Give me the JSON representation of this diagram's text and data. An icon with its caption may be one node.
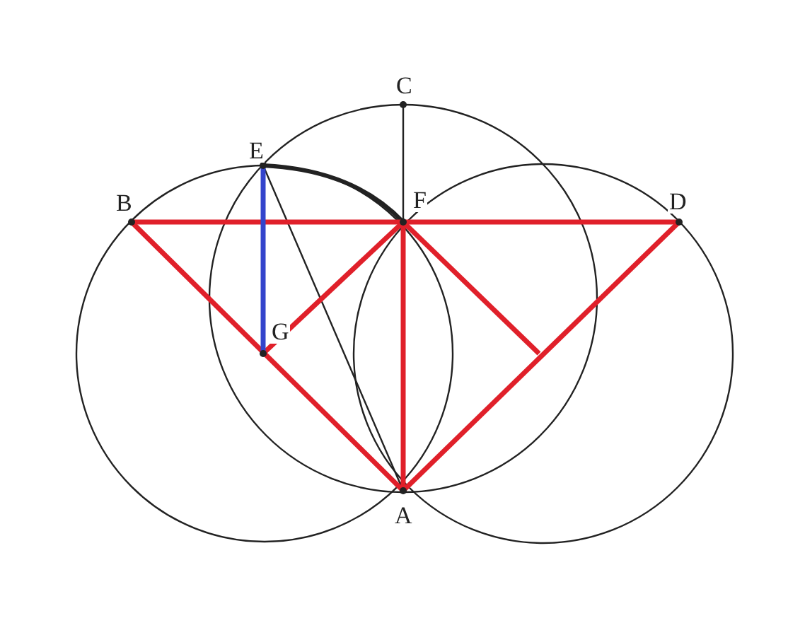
{
  "diagram": {
    "labels": [
      "C",
      "E",
      "B",
      "F",
      "D",
      "G",
      "A"
    ]
  }
}
